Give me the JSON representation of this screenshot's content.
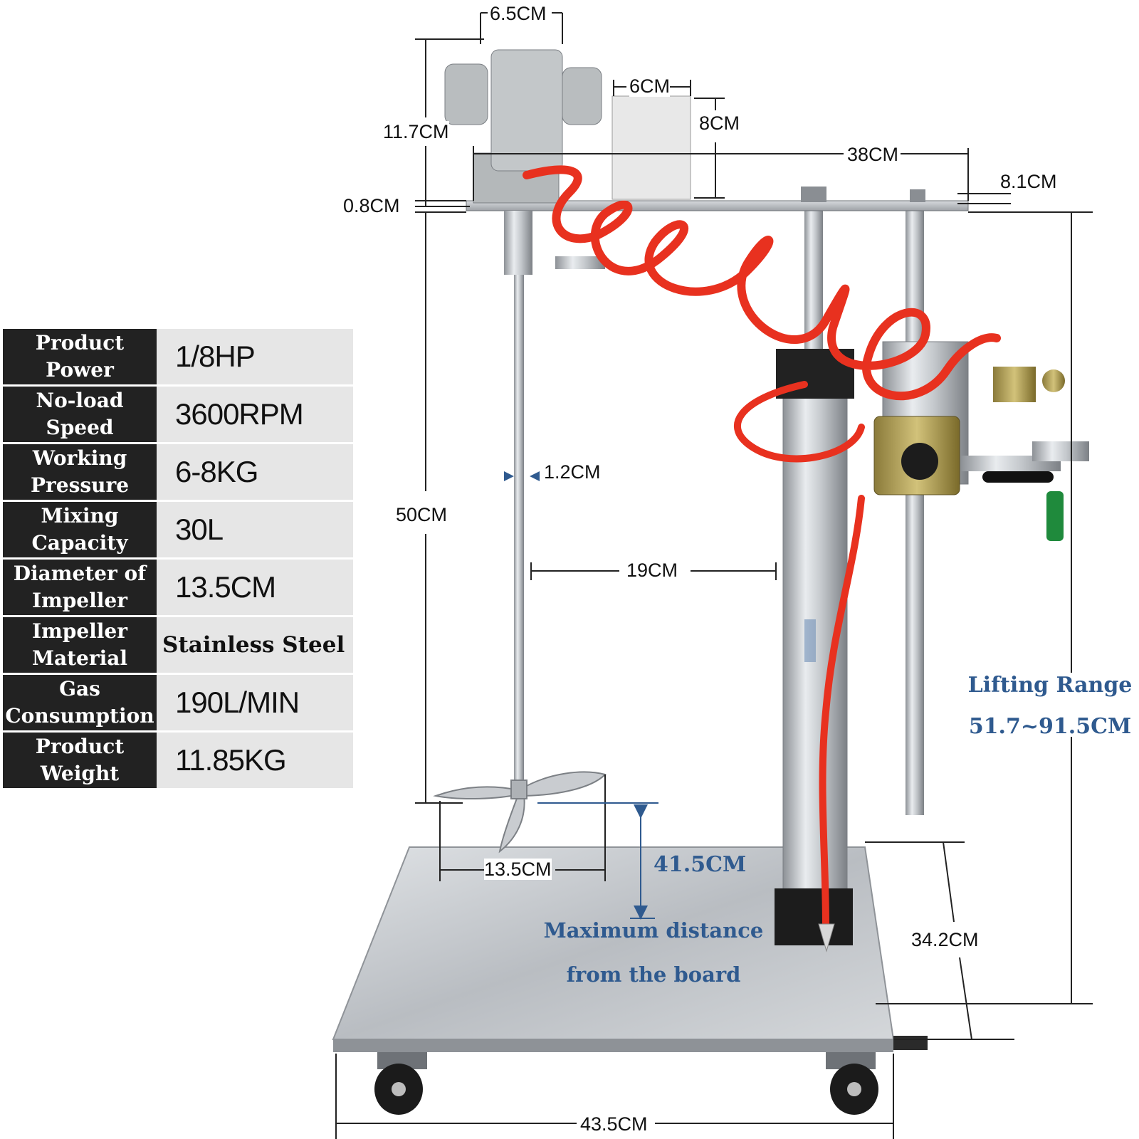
{
  "specs": [
    {
      "label_line1": "Product",
      "label_line2": "Power",
      "value": "1/8HP"
    },
    {
      "label_line1": "No-load",
      "label_line2": "Speed",
      "value": "3600RPM"
    },
    {
      "label_line1": "Working",
      "label_line2": "Pressure",
      "value": "6-8KG"
    },
    {
      "label_line1": "Mixing",
      "label_line2": "Capacity",
      "value": "30L"
    },
    {
      "label_line1": "Diameter of",
      "label_line2": "Impeller",
      "value": "13.5CM"
    },
    {
      "label_line1": "Impeller",
      "label_line2": "Material",
      "value": "Stainless Steel"
    },
    {
      "label_line1": "Gas",
      "label_line2": "Consumption",
      "value": "190L/MIN"
    },
    {
      "label_line1": "Product",
      "label_line2": "Weight",
      "value": "11.85KG"
    }
  ],
  "dimensions": {
    "motor_width": "6.5CM",
    "motor_height": "11.7CM",
    "box_width": "6CM",
    "box_height": "8CM",
    "plate_thickness": "0.8CM",
    "arm_length": "38CM",
    "arm_overhang": "8.1CM",
    "shaft_diameter": "1.2CM",
    "shaft_length": "50CM",
    "shaft_to_column": "19CM",
    "impeller_diameter": "13.5CM",
    "max_distance": "41.5CM",
    "base_depth": "34.2CM",
    "base_width": "43.5CM"
  },
  "notes": {
    "lifting_range_title": "Lifting Range",
    "lifting_range_value": "51.7~91.5CM",
    "max_distance_line1": "Maximum distance",
    "max_distance_line2": "from the board"
  },
  "colors": {
    "table_label_bg": "#222222",
    "table_value_bg": "#e6e6e6",
    "note_blue": "#2f5a8f",
    "hose_red": "#e8311f"
  }
}
